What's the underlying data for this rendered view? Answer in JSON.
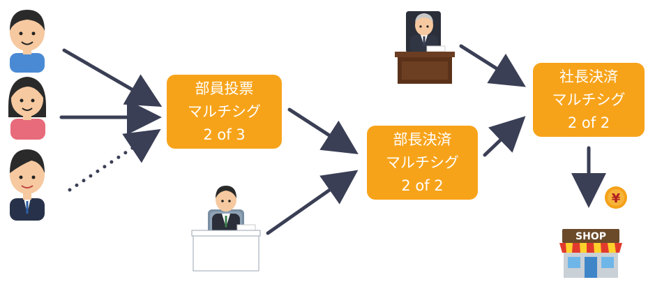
{
  "boxes": {
    "member_vote": {
      "title": "部員投票",
      "type": "マルチシグ",
      "threshold": "2 of 3"
    },
    "director_approval": {
      "title": "部長決済",
      "type": "マルチシグ",
      "threshold": "2 of 2"
    },
    "ceo_approval": {
      "title": "社長決済",
      "type": "マルチシグ",
      "threshold": "2 of 2"
    }
  },
  "shop": {
    "sign": "SHOP"
  },
  "coin": {
    "symbol": "¥"
  },
  "colors": {
    "box": "#f7a31a",
    "arrow": "#3a3f55",
    "coin": "#f5a11a"
  },
  "icons": [
    "person-blue-shirt",
    "person-pink-shirt",
    "person-suit",
    "manager-at-desk",
    "president-at-desk",
    "shop-icon",
    "yen-coin-icon"
  ]
}
